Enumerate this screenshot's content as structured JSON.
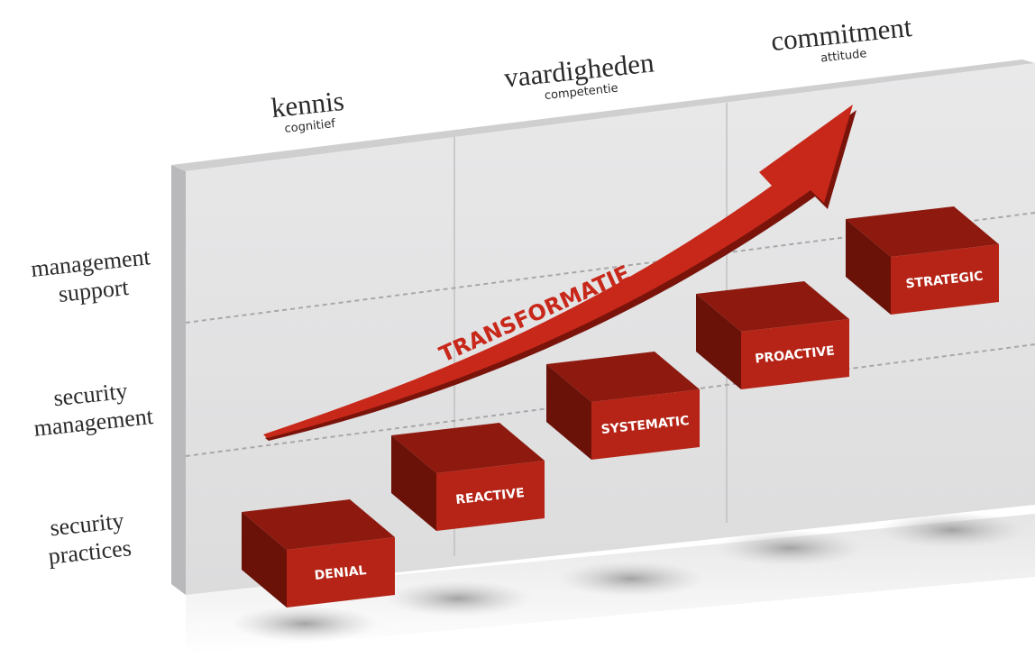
{
  "columns": [
    {
      "title": "kennis",
      "subtitle": "cognitief"
    },
    {
      "title": "vaardigheden",
      "subtitle": "competentie"
    },
    {
      "title": "commitment",
      "subtitle": "attitude"
    }
  ],
  "rows": [
    {
      "line1": "management",
      "line2": "support"
    },
    {
      "line1": "security",
      "line2": "management"
    },
    {
      "line1": "security",
      "line2": "practices"
    }
  ],
  "arrow_label": "TRANSFORMATIE",
  "stages": [
    "DENIAL",
    "REACTIVE",
    "SYSTEMATIC",
    "PROACTIVE",
    "STRATEGIC"
  ],
  "colors": {
    "block_front": "#b52416",
    "block_top": "#8e1a0f",
    "block_side": "#6a1108",
    "arrow": "#c8281a",
    "arrow_text": "#c8281a",
    "wall": "#e4e4e5",
    "grid_line": "#a8a8a8"
  }
}
